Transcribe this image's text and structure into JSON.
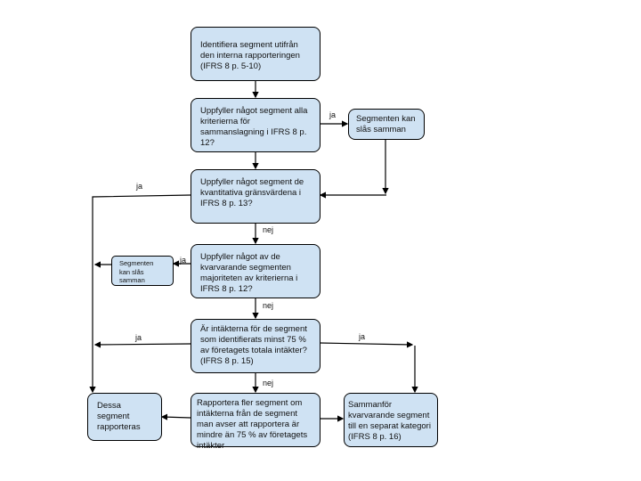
{
  "nodes": {
    "identify": "Identifiera segment utifrån den interna rapporteringen (IFRS 8 p. 5-10)",
    "criteria_all": "Uppfyller något segment alla kriterierna för sammanslagning i IFRS 8 p. 12?",
    "merge_1": "Segmenten kan slås samman",
    "quantitative": "Uppfyller något segment de kvantitativa gränsvärdena i IFRS 8 p. 13?",
    "majority": "Uppfyller något av de kvarvarande segmenten majoriteten av kriterierna i IFRS 8 p. 12?",
    "merge_2": "Segmenten kan slås samman",
    "revenue_75": "Är intäkterna för de segment som identifierats minst 75 % av företagets totala intäkter? (IFRS 8 p. 15)",
    "reported": "Dessa segment rapporteras",
    "report_more": "Rapportera fler segment om intäkterna från de segment man avser att rapportera är mindre än 75 % av företagets intäkter",
    "combine_rest": "Sammanför kvarvarande segment till en separat kategori (IFRS 8 p. 16)"
  },
  "edge_labels": {
    "yes": "ja",
    "no": "nej"
  }
}
